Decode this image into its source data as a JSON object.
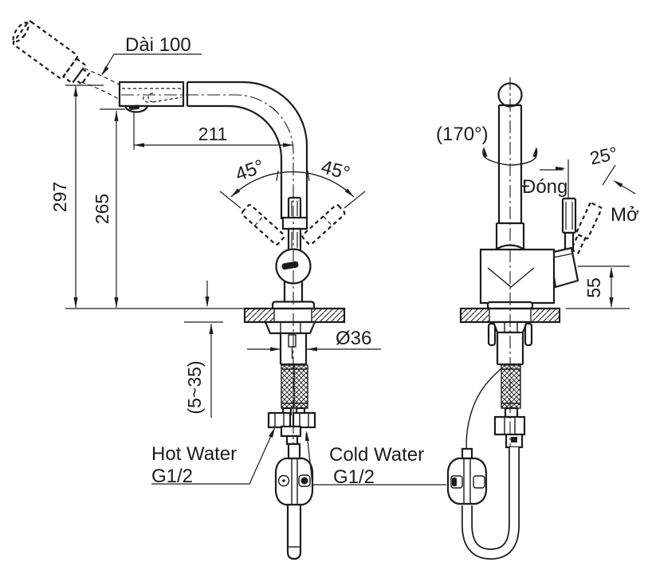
{
  "drawing": {
    "background": "#ffffff",
    "ink": "#1c1c1c",
    "front_view": {
      "spray_head_length": "Dài 100",
      "spout_reach": "211",
      "overall_height": "297",
      "outlet_height": "265",
      "lever_swing_left": "45°",
      "lever_swing_right": "45°",
      "shank_diameter": "Ø36",
      "deck_thickness_range": "(5~35)",
      "hot_supply_name": "Hot Water",
      "hot_supply_thread": "G1/2",
      "cold_supply_name": "Cold Water",
      "cold_supply_thread": "G1/2"
    },
    "side_view": {
      "swivel_angle": "(170°)",
      "handle_open_angle": "25°",
      "handle_closed_label": "Đóng",
      "handle_open_label": "Mở",
      "body_outlet_height": "55"
    }
  }
}
